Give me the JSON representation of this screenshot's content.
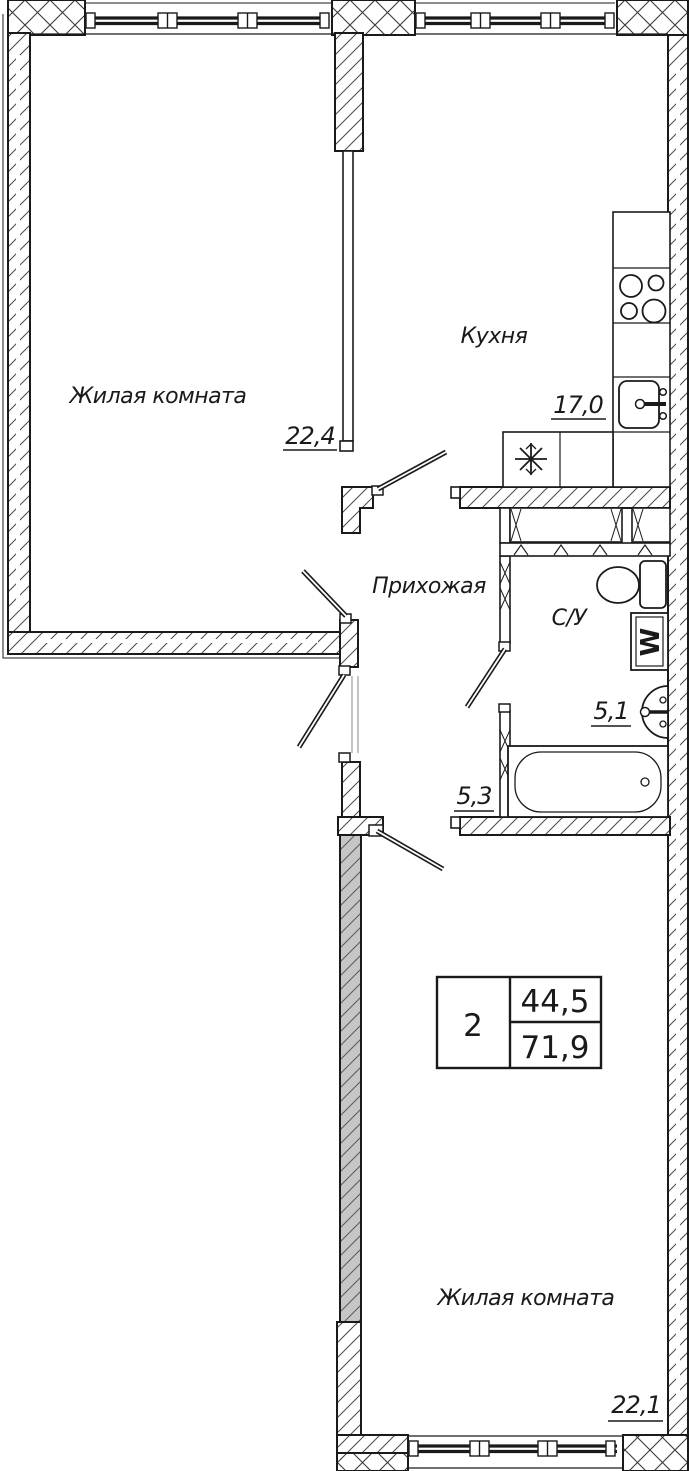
{
  "floor_plan": {
    "rooms": [
      {
        "id": "living-room-1",
        "name": "Жилая комната",
        "area": "22,4"
      },
      {
        "id": "kitchen",
        "name": "Кухня",
        "area": "17,0"
      },
      {
        "id": "hallway",
        "name": "Прихожая",
        "area": "5,3"
      },
      {
        "id": "bathroom",
        "name": "С/У",
        "area": "5,1"
      },
      {
        "id": "living-room-2",
        "name": "Жилая комната",
        "area": "22,1"
      }
    ],
    "info_box": {
      "room_count": "2",
      "living_area": "44,5",
      "total_area": "71,9"
    },
    "appliances": {
      "washing_machine_label": "W"
    },
    "colors": {
      "line": "#1a1a1a",
      "gray_wall_fill": "#c6c6c6",
      "background": "#ffffff"
    }
  }
}
